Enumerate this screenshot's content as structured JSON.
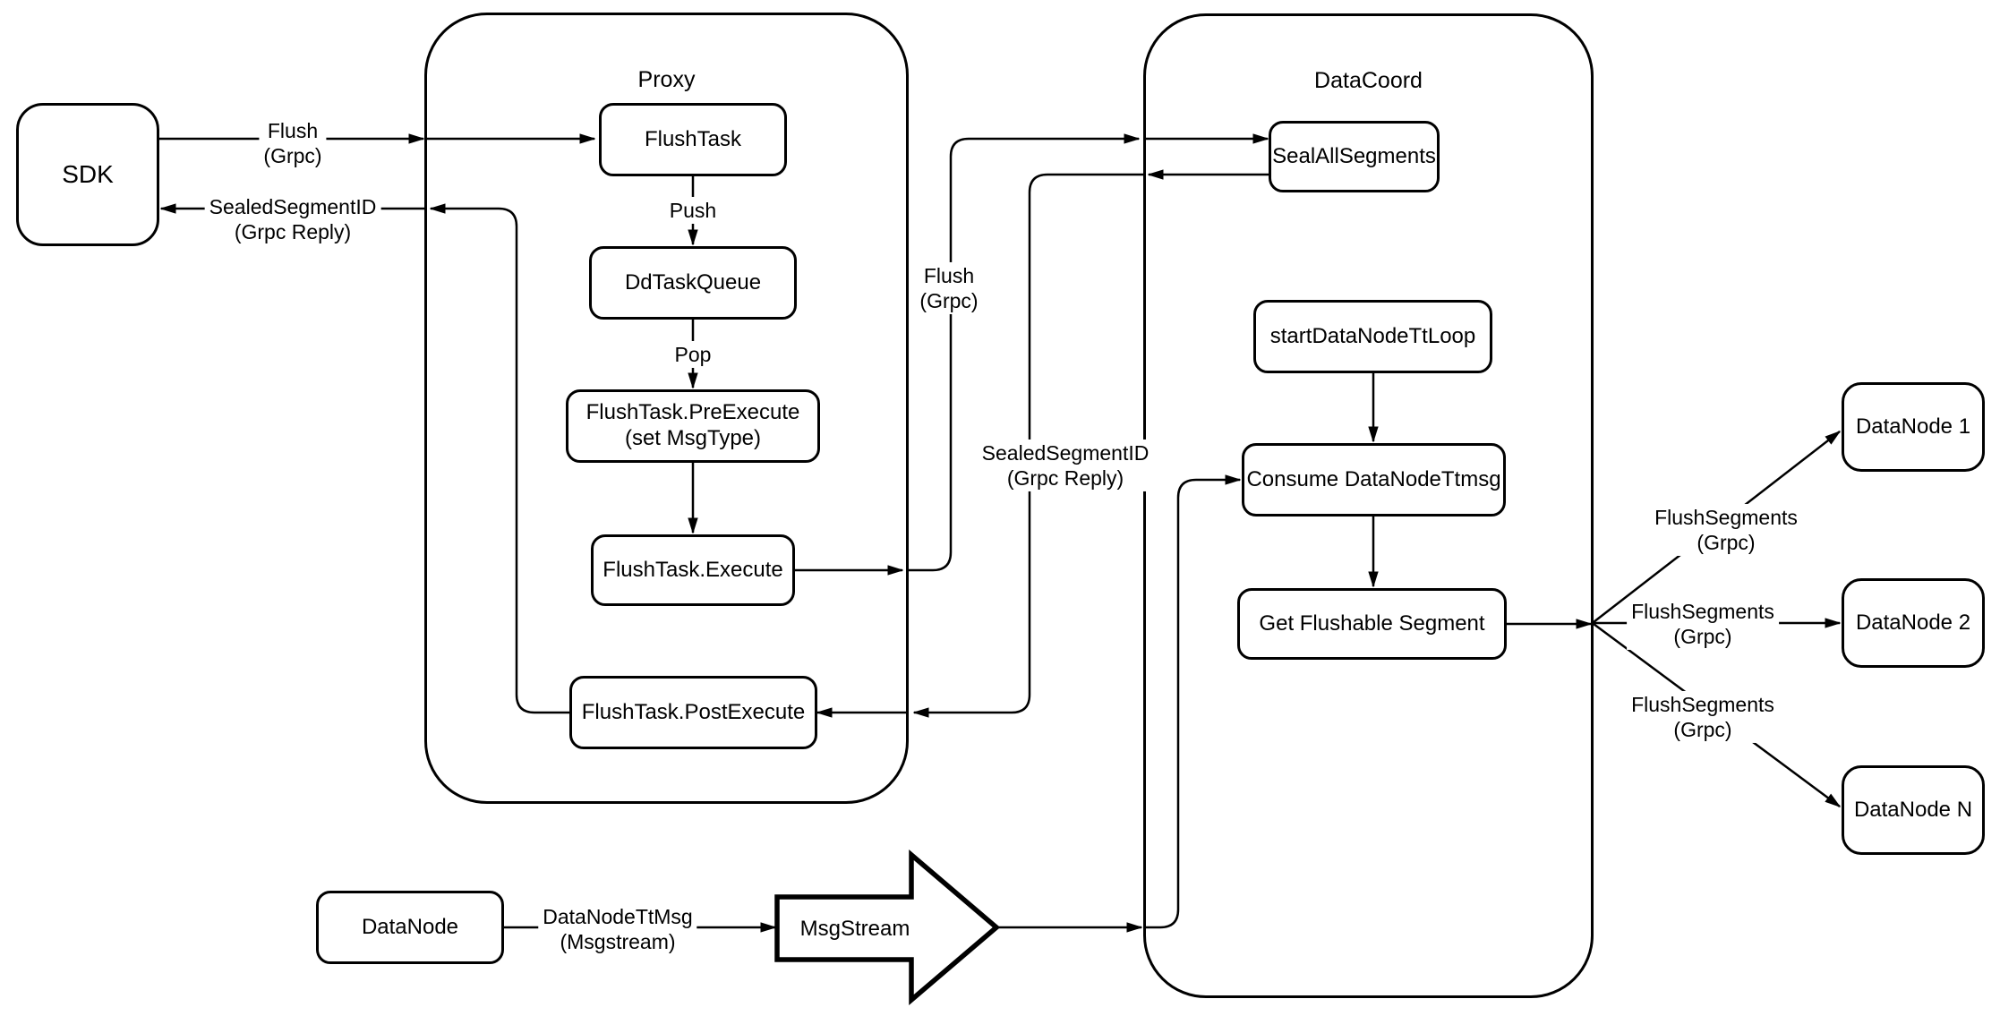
{
  "containers": {
    "proxy": {
      "title": "Proxy"
    },
    "datacoord": {
      "title": "DataCoord"
    }
  },
  "nodes": {
    "sdk": {
      "label": "SDK"
    },
    "flush_task": {
      "label": "FlushTask"
    },
    "dd_task_queue": {
      "label": "DdTaskQueue"
    },
    "pre_execute": {
      "line1": "FlushTask.PreExecute",
      "line2": "(set MsgType)"
    },
    "execute": {
      "label": "FlushTask.Execute"
    },
    "post_execute": {
      "label": "FlushTask.PostExecute"
    },
    "seal_all_segments": {
      "label": "SealAllSegments"
    },
    "start_tt_loop": {
      "label": "startDataNodeTtLoop"
    },
    "consume_ttmsg": {
      "label": "Consume DataNodeTtmsg"
    },
    "get_flushable": {
      "label": "Get Flushable Segment"
    },
    "datanode_1": {
      "label": "DataNode 1"
    },
    "datanode_2": {
      "label": "DataNode 2"
    },
    "datanode_n": {
      "label": "DataNode N"
    },
    "datanode": {
      "label": "DataNode"
    },
    "msgstream": {
      "label": "MsgStream"
    }
  },
  "edge_labels": {
    "flush_sdk": {
      "line1": "Flush",
      "line2": "(Grpc)"
    },
    "sealed_sdk": {
      "line1": "SealedSegmentID",
      "line2": "(Grpc Reply)"
    },
    "push": {
      "text": "Push"
    },
    "pop": {
      "text": "Pop"
    },
    "flush_mid": {
      "line1": "Flush",
      "line2": "(Grpc)"
    },
    "sealed_mid": {
      "line1": "SealedSegmentID",
      "line2": "(Grpc Reply)"
    },
    "flush_segments_1": {
      "line1": "FlushSegments",
      "line2": "(Grpc)"
    },
    "flush_segments_2": {
      "line1": "FlushSegments",
      "line2": "(Grpc)"
    },
    "flush_segments_3": {
      "line1": "FlushSegments",
      "line2": "(Grpc)"
    },
    "datanode_tt_msg": {
      "line1": "DataNodeTtMsg",
      "line2": "(Msgstream)"
    }
  },
  "colors": {
    "stroke": "#000000",
    "background": "#ffffff",
    "shape_fill": "#ffffff"
  }
}
